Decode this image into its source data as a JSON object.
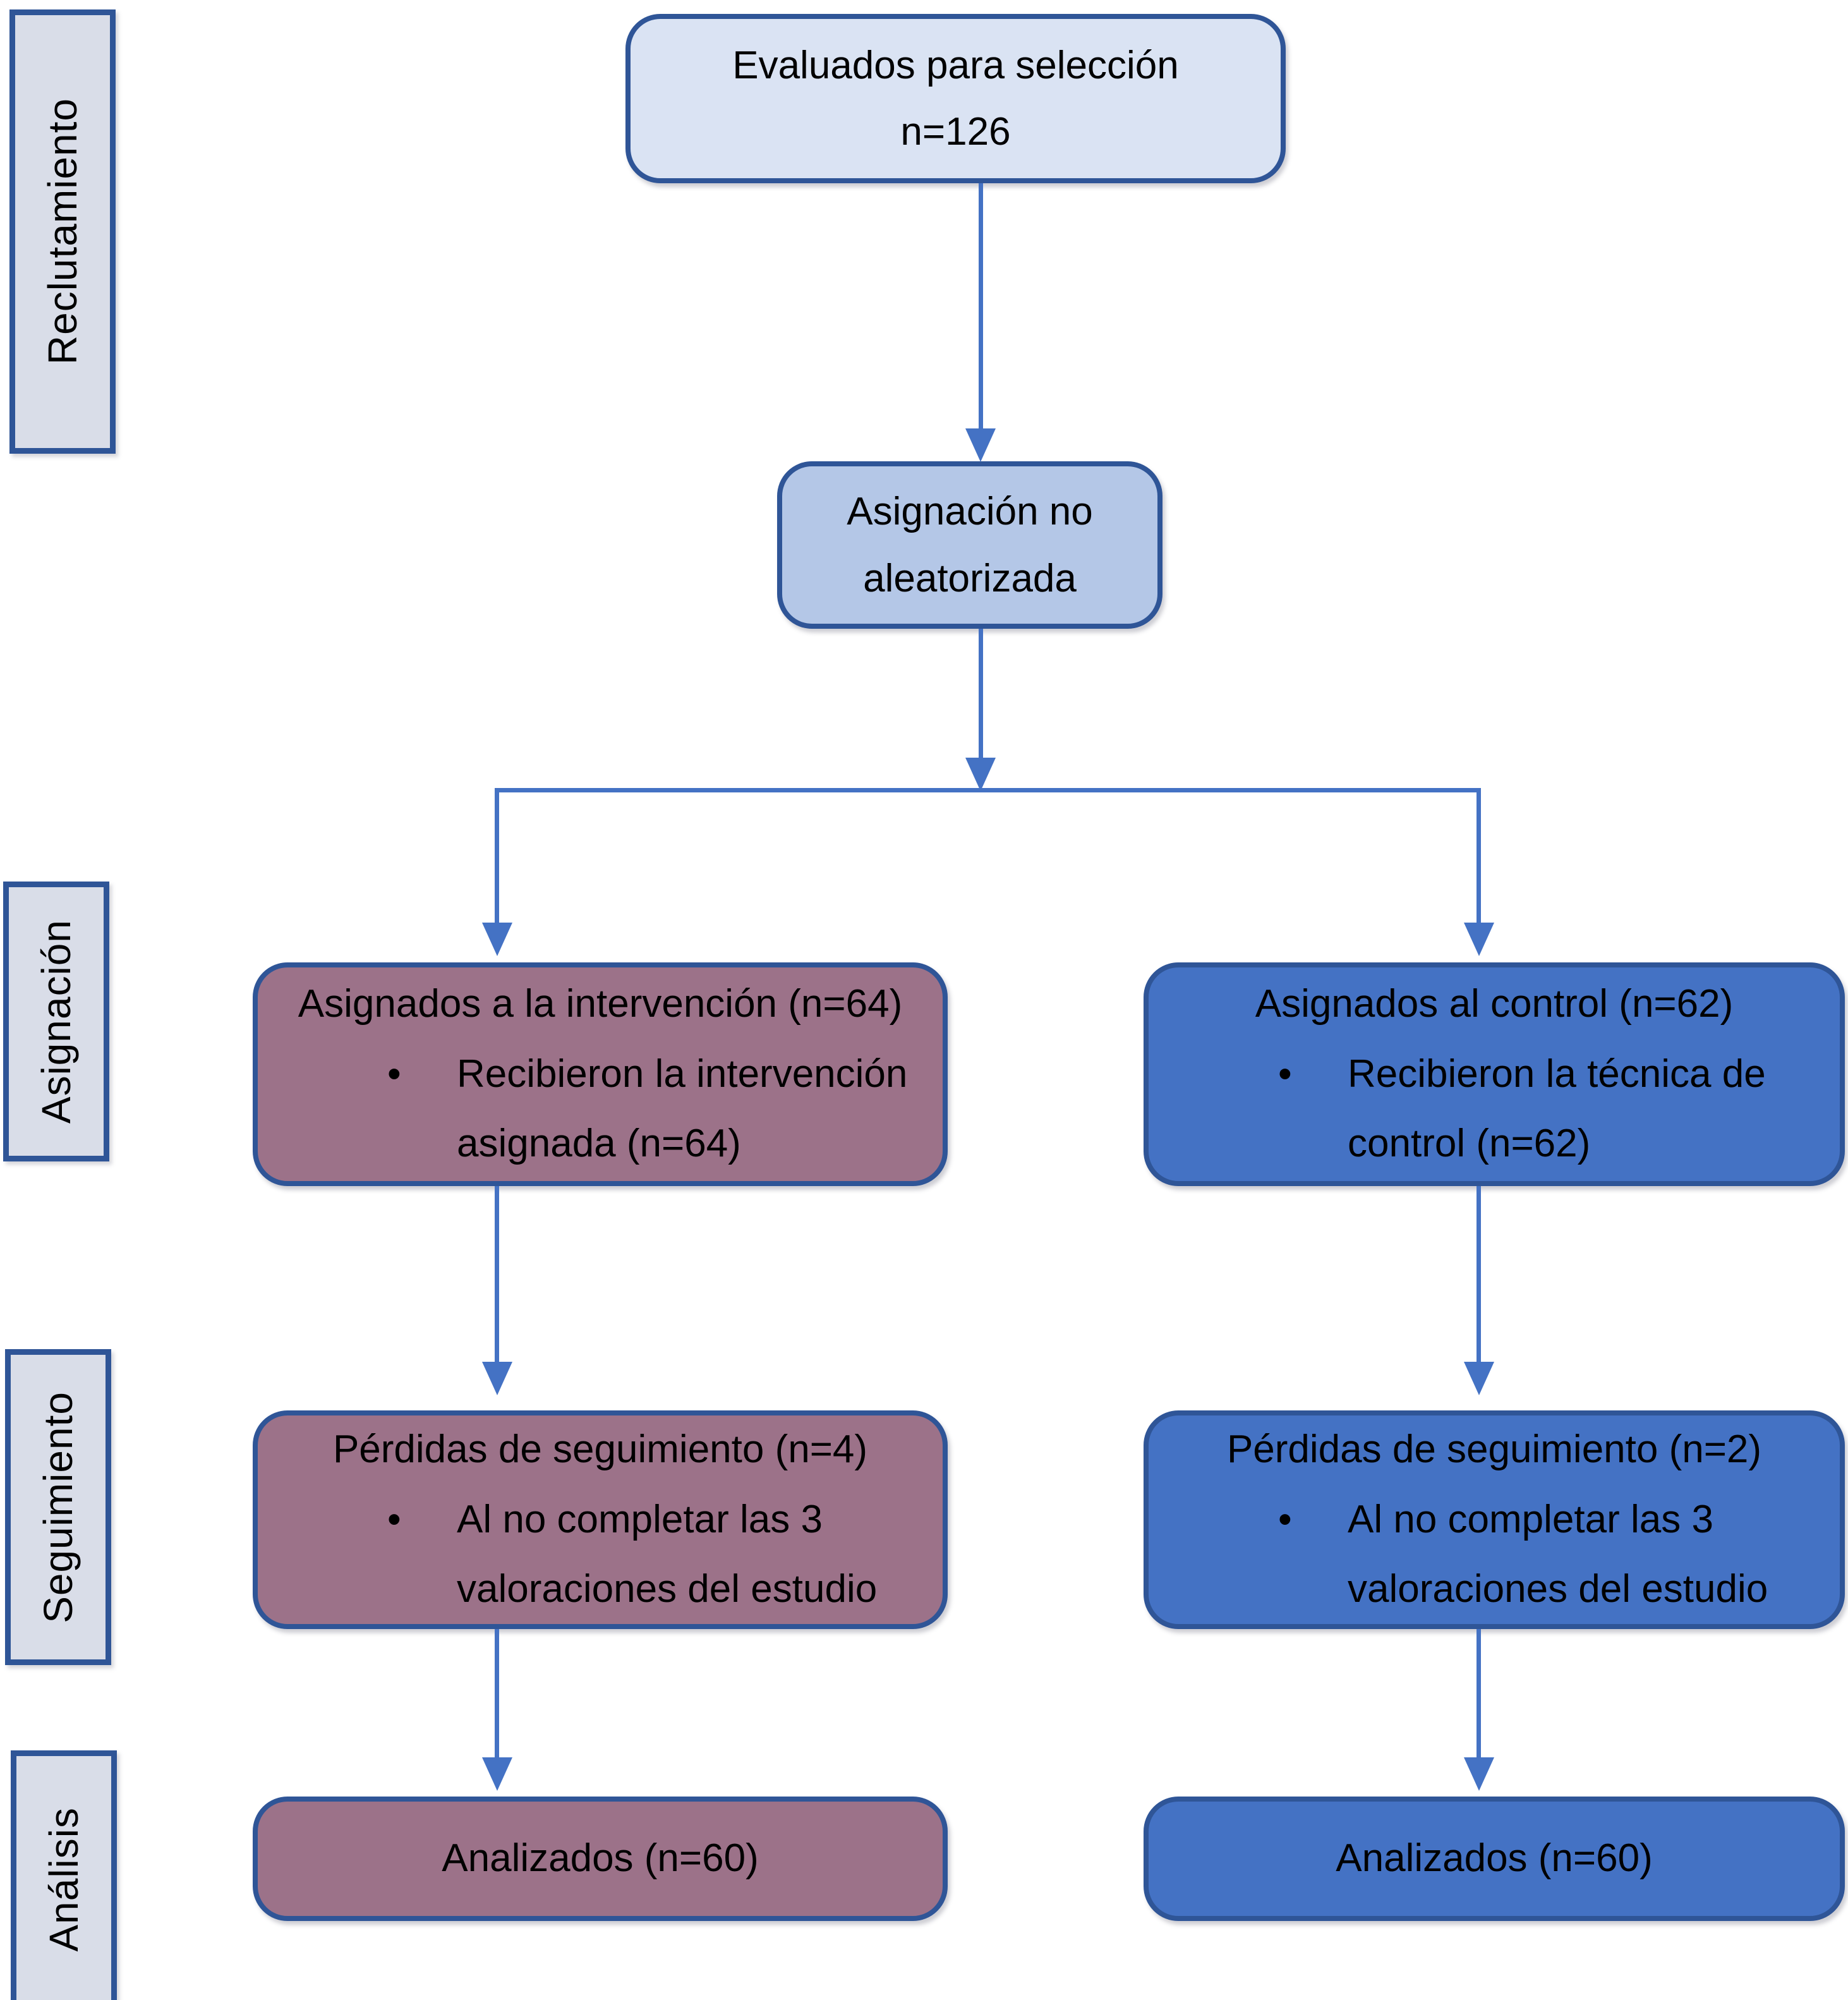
{
  "bullet_char": "•",
  "stages": [
    {
      "label": "Reclutamiento"
    },
    {
      "label": "Asignación"
    },
    {
      "label": "Seguimiento"
    },
    {
      "label": "Análisis"
    }
  ],
  "nodes": {
    "screened": {
      "line1": "Evaluados para selección",
      "line2": "n=126"
    },
    "allocation": {
      "line1": "Asignación no",
      "line2": "aleatorizada"
    },
    "intervention": {
      "title": "Asignados a la intervención (n=64)",
      "bullet_line1": "Recibieron la intervención",
      "bullet_line2": "asignada (n=64)"
    },
    "control": {
      "title": "Asignados al control (n=62)",
      "bullet_line1": "Recibieron la técnica de",
      "bullet_line2": "control (n=62)"
    },
    "followup_intervention": {
      "title": "Pérdidas de seguimiento (n=4)",
      "bullet_line1": "Al no completar las 3",
      "bullet_line2": "valoraciones del estudio"
    },
    "followup_control": {
      "title": "Pérdidas de seguimiento (n=2)",
      "bullet_line1": "Al no completar las 3",
      "bullet_line2": "valoraciones del estudio"
    },
    "analyzed_intervention": {
      "title": "Analizados (n=60)"
    },
    "analyzed_control": {
      "title": "Analizados (n=60)"
    }
  },
  "colors": {
    "border": "#2f5597",
    "arrow": "#4472c4",
    "screened_fill": "#dae3f3",
    "allocation_fill": "#b4c7e7",
    "intervention_fill": "#9c7289",
    "control_fill": "#4472c4",
    "stage_fill": "#d9dde8",
    "text": "#000000",
    "page_bg": "#ffffff"
  }
}
